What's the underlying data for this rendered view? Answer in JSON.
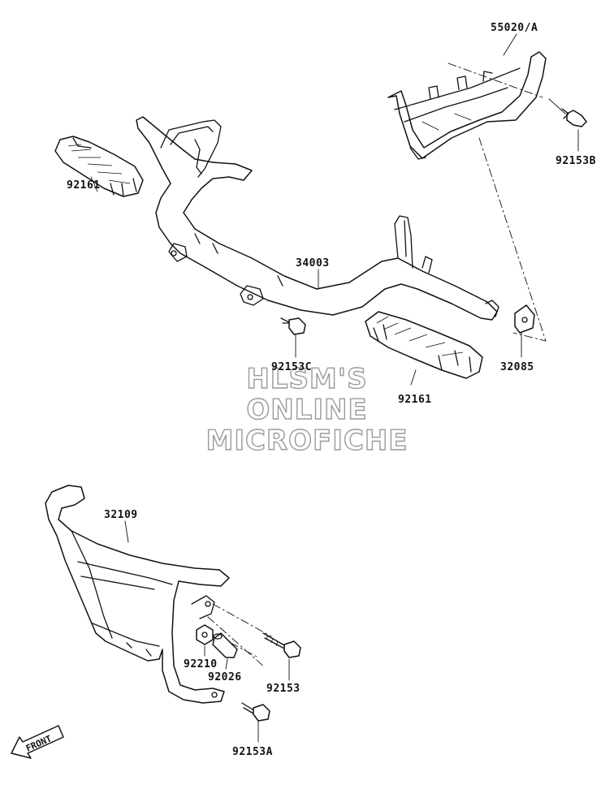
{
  "labels": {
    "p55020a": "55020/A",
    "p92153b": "92153B",
    "p92161_top": "92161",
    "p34003": "34003",
    "p92153c": "92153C",
    "p32085": "32085",
    "p92161_bottom": "92161",
    "p32109": "32109",
    "p92210": "92210",
    "p92026": "92026",
    "p92153": "92153",
    "p92153a": "92153A"
  },
  "watermark": {
    "line1": "HLSM'S",
    "line2": "ONLINE",
    "line3": "MICROFICHE"
  },
  "front_arrow": {
    "label": "FRONT",
    "icon": "front-arrow-icon"
  },
  "colors": {
    "ink": "#111111",
    "watermark_outline": "#9a9a9a",
    "background": "#ffffff"
  }
}
